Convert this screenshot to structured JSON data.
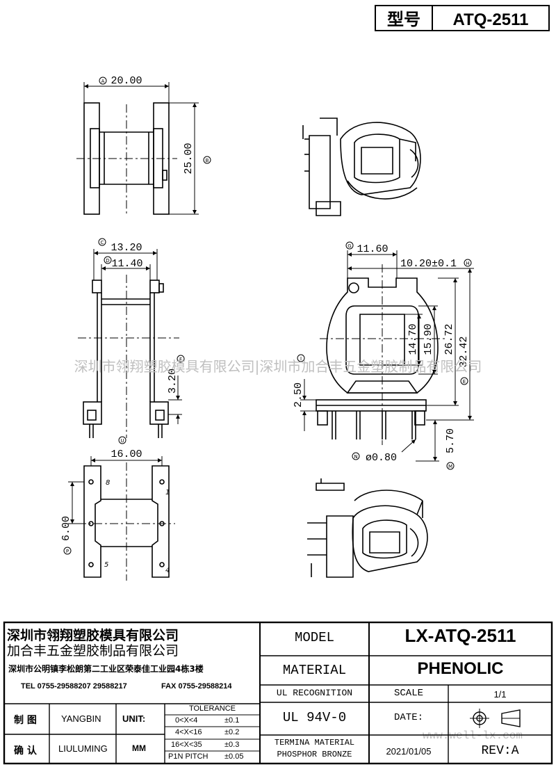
{
  "header": {
    "label": "型号",
    "model": "ATQ-2511"
  },
  "watermark": {
    "center": "深圳市翎翔塑胶模具有限公司|深圳市加合丰五金塑胶制品有限公司",
    "corner": "www.well-lx.com"
  },
  "dimensions": {
    "a": {
      "marker": "A",
      "value": "20.00"
    },
    "b": {
      "marker": "B",
      "value": "25.00"
    },
    "c": {
      "marker": "C",
      "value": "13.20"
    },
    "d": {
      "marker": "D",
      "value": "11.40"
    },
    "f": {
      "marker": "F",
      "value": "3.20"
    },
    "u": {
      "marker": "U",
      "value": "16.00"
    },
    "p": {
      "marker": "P",
      "value": "6.00"
    },
    "g": {
      "marker": "G",
      "value": "11.60"
    },
    "h": {
      "marker": "H",
      "value": "10.20±0.1"
    },
    "j": {
      "value": "14.70"
    },
    "k": {
      "value": "15.90"
    },
    "l": {
      "value": "26.72"
    },
    "e": {
      "marker": "E",
      "value": "32.42"
    },
    "i": {
      "marker": "I",
      "value": "2.50"
    },
    "n": {
      "marker": "N",
      "value": "ø0.80"
    },
    "m": {
      "marker": "M",
      "value": "5.70"
    }
  },
  "pins": [
    "8",
    "1",
    "5",
    "4"
  ],
  "title_block": {
    "company1": "深圳市翎翔塑胶模具有限公司",
    "company2": "加合丰五金塑胶制品有限公司",
    "address": "深圳市公明镇李松朗第二工业区荣泰佳工业园4栋3楼",
    "tel": "TEL 0755-29588207 29588217",
    "fax": "FAX 0755-29588214",
    "model_label": "MODEL",
    "model_value": "LX-ATQ-2511",
    "material_label": "MATERIAL",
    "material_value": "PHENOLIC",
    "ul_label": "UL RECOGNITION",
    "ul_value": "UL 94V-0",
    "scale_label": "SCALE",
    "scale_value": "1/1",
    "date_label": "DATE:",
    "date_value": "2021/01/05",
    "rev_label": "REV:A",
    "terminal_label_1": "TERMINA MATERIAL",
    "terminal_label_2": "PHOSPHOR BRONZE",
    "drawn_label": "制 图",
    "drawn_value": "YANGBIN",
    "check_label": "确 认",
    "check_value": "LIULUMING",
    "unit_label": "UNIT:",
    "unit_value": "MM",
    "tolerance_title": "TOLERANCE",
    "tolerances": [
      {
        "range": "0<X<4",
        "tol": "±0.1"
      },
      {
        "range": "4<X<16",
        "tol": "±0.2"
      },
      {
        "range": "16<X<35",
        "tol": "±0.3"
      },
      {
        "range": "P1N PITCH",
        "tol": "±0.05"
      }
    ]
  }
}
